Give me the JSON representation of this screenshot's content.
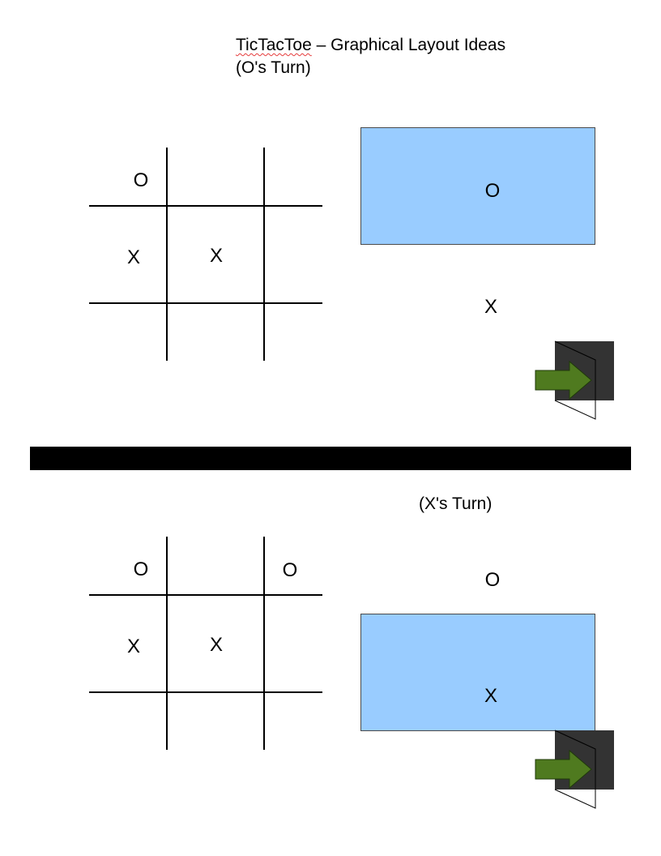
{
  "title": {
    "app_name": "TicTacToe",
    "rest": " – Graphical Layout Ideas"
  },
  "colors": {
    "panel_fill": "#99ccff",
    "panel_border": "#4a4a4a",
    "arrow_fill": "#4f7a1f",
    "icon_box": "#333333"
  },
  "layout_top": {
    "turn_label": "(O's Turn)",
    "board": {
      "cells": [
        [
          "O",
          "",
          ""
        ],
        [
          "X",
          "X",
          ""
        ],
        [
          "",
          "",
          ""
        ]
      ]
    },
    "player_o": "O",
    "player_x": "X",
    "highlighted": "O"
  },
  "layout_bottom": {
    "turn_label": "(X's Turn)",
    "board": {
      "cells": [
        [
          "O",
          "",
          "O"
        ],
        [
          "X",
          "X",
          ""
        ],
        [
          "",
          "",
          ""
        ]
      ]
    },
    "player_o": "O",
    "player_x": "X",
    "highlighted": "X"
  },
  "icons": {
    "exit": "exit-door-arrow-icon"
  }
}
